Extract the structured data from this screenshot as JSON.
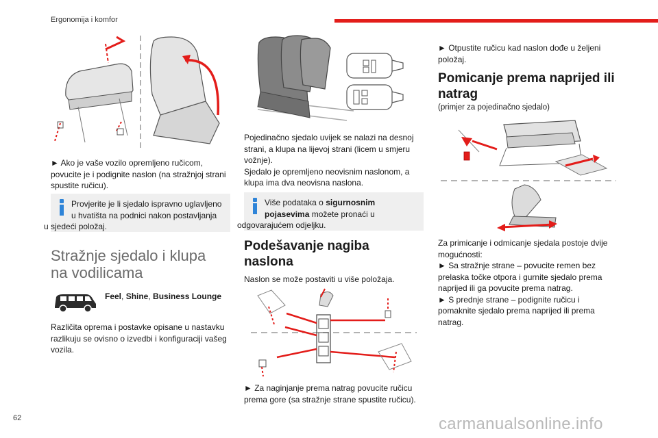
{
  "header": {
    "title": "Ergonomija i komfor"
  },
  "footer": {
    "page_number": "62",
    "watermark": "carmanualsonline.info"
  },
  "col1": {
    "step1_line1": "► Ako je vaše vozilo opremljeno ručicom,",
    "step1_line2": "povucite je i podignite naslon (na stražnjoj strani",
    "step1_line3": "spustite ručicu).",
    "note1_line1": "Provjerite je li sjedalo ispravno uglavljeno",
    "note1_line2": "u hvatišta na podnici nakon postavljanja",
    "note1_line3": "u sjedeći položaj.",
    "heading_line1": "Stražnje sjedalo i klupa",
    "heading_line2": "na vodilicama",
    "trim_feel": "Feel",
    "trim_sep1": ", ",
    "trim_shine": "Shine",
    "trim_sep2": ", ",
    "trim_business": "Business Lounge",
    "body_line1": "Različita oprema i postavke opisane u nastavku",
    "body_line2": "razlikuju se ovisno o izvedbi i konfiguraciji vašeg",
    "body_line3": "vozila."
  },
  "col2": {
    "p1_line1": "Pojedinačno sjedalo uvijek se nalazi na desnoj",
    "p1_line2": "strani, a klupa na lijevoj strani (licem u smjeru",
    "p1_line3": "vožnje).",
    "p1_line4": "Sjedalo je opremljeno neovisnim naslonom, a",
    "p1_line5": "klupa ima dva neovisna naslona.",
    "note2_pre": "Više podataka o ",
    "note2_bold1": "sigurnosnim",
    "note2_bold2": "pojasevima",
    "note2_post": " možete pronaći u",
    "note2_line3": "odgovarajućem odjeljku.",
    "heading_line1": "Podešavanje nagiba",
    "heading_line2": "naslona",
    "p2": "Naslon se može postaviti u više položaja.",
    "step_line1": "► Za naginjanje prema natrag povucite ručicu",
    "step_line2": "prema gore (sa stražnje strane spustite ručicu)."
  },
  "col3": {
    "step_line1": "► Otpustite ručicu kad naslon dođe u željeni",
    "step_line2": "položaj.",
    "heading_line1": "Pomicanje prema naprijed ili",
    "heading_line2": "natrag",
    "caption": "(primjer za pojedinačno sjedalo)",
    "p_line1": "Za primicanje i odmicanje sjedala postoje dvije",
    "p_line2": "mogućnosti:",
    "p_line3": "► Sa stražnje strane – povucite remen bez",
    "p_line4": "prelaska točke otpora i gurnite sjedalo prema",
    "p_line5": "naprijed ili ga povucite prema natrag.",
    "p_line6": "► S prednje strane – podignite ručicu i",
    "p_line7": "pomaknite sjedalo prema naprijed ili prema",
    "p_line8": "natrag."
  },
  "colors": {
    "accent_red": "#e31d1a",
    "info_blue": "#2e84d8",
    "note_bg": "#efefef"
  },
  "icons": [
    "info-icon",
    "van-icon"
  ]
}
